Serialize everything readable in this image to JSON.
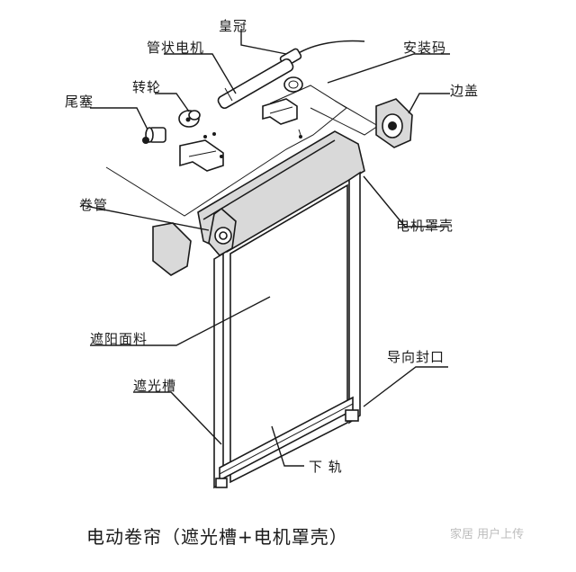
{
  "title": "电动卷帘（遮光槽+电机罩壳）",
  "watermark": "家居  用户上传",
  "labels": {
    "crown": "皇冠",
    "tubular_motor": "管状电机",
    "idler_wheel": "转轮",
    "end_plug": "尾塞",
    "mounting_bracket": "安装码",
    "side_cap": "边盖",
    "roller_tube": "卷管",
    "motor_cover": "电机罩壳",
    "blackout_fabric": "遮阳面料",
    "guide_seal": "导向封口",
    "light_blocking_channel": "遮光槽",
    "bottom_rail": "下 轨"
  },
  "colors": {
    "line": "#1a1a1a",
    "shade": "#d9d9d9",
    "background": "#ffffff",
    "watermark": "#bdbdbd"
  }
}
